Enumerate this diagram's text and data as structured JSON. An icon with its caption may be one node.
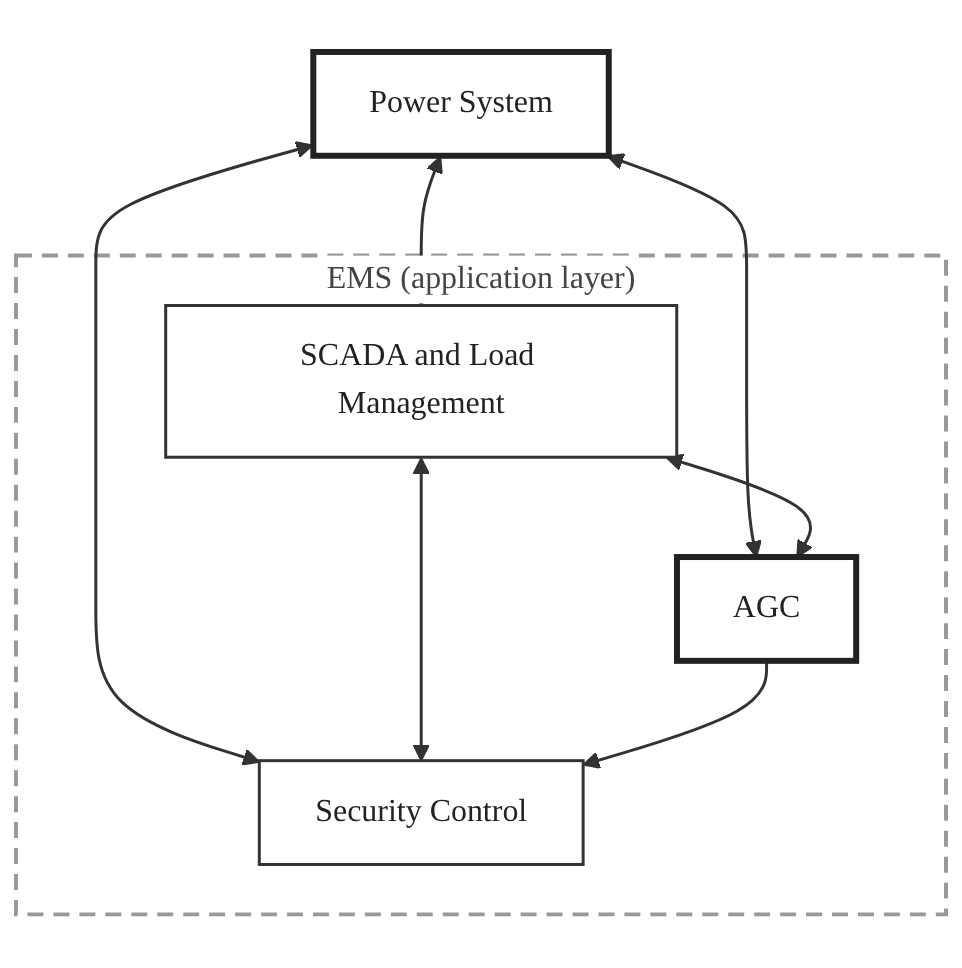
{
  "diagram": {
    "nodes": [
      {
        "text": [
          "Power System"
        ]
      },
      {
        "text": [
          "EMS (application layer)"
        ]
      },
      {
        "text": [
          "SCADA and Load Management"
        ],
        "in": 1
      },
      {
        "text": [
          "AGC"
        ],
        "in": 1
      },
      {
        "text": [
          "Security Control"
        ],
        "in": 1
      }
    ],
    "edges": [
      {
        "from": 0,
        "to": 2,
        "arrow": "both"
      },
      {
        "from": 0,
        "to": 3,
        "arrow": "both"
      },
      {
        "from": 0,
        "to": 4,
        "arrow": "both"
      },
      {
        "from": 2,
        "to": 3,
        "arrow": "both"
      },
      {
        "from": 2,
        "to": 4,
        "arrow": "both"
      },
      {
        "from": 3,
        "to": 4,
        "arrow": "to"
      }
    ]
  }
}
